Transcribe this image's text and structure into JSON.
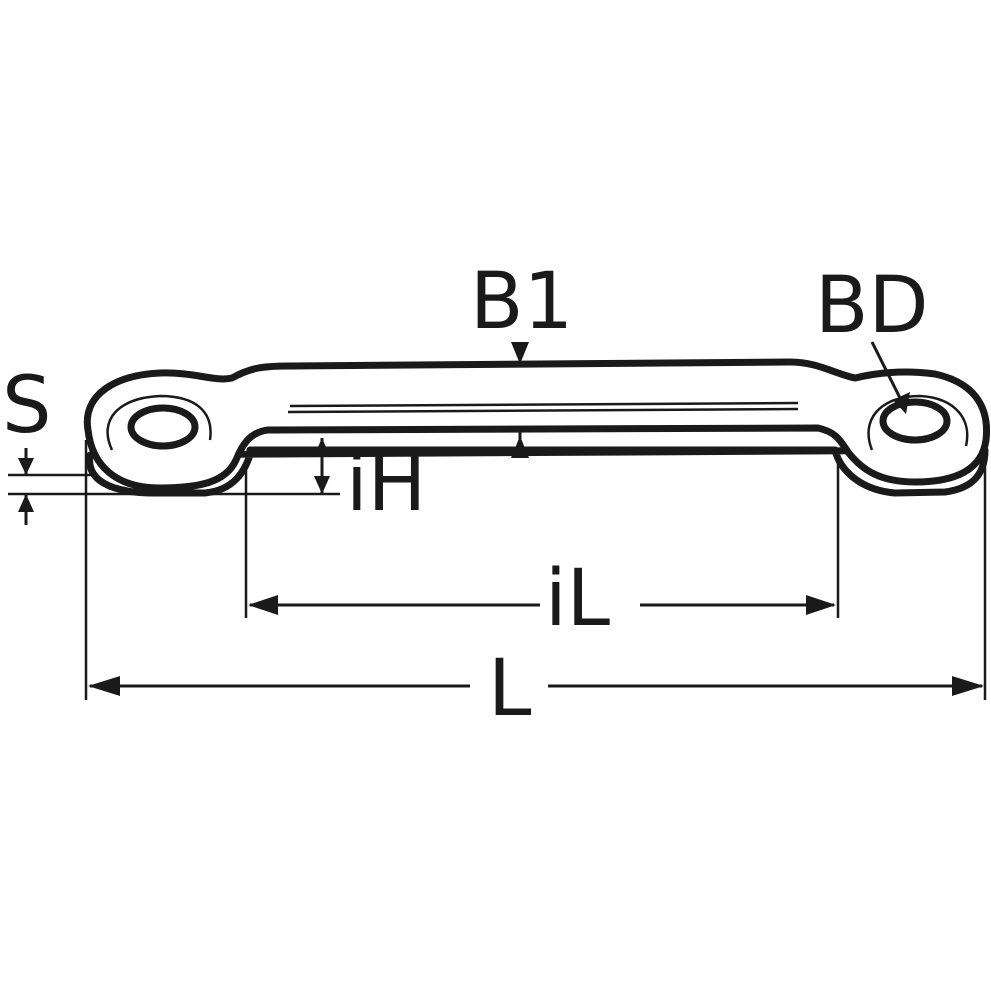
{
  "labels": {
    "thickness": "S",
    "width": "B1",
    "hole_diameter": "BD",
    "inner_height": "iH",
    "inner_length": "iL",
    "length": "L"
  },
  "colors": {
    "line": "#1a1a1a",
    "background": "#ffffff"
  }
}
